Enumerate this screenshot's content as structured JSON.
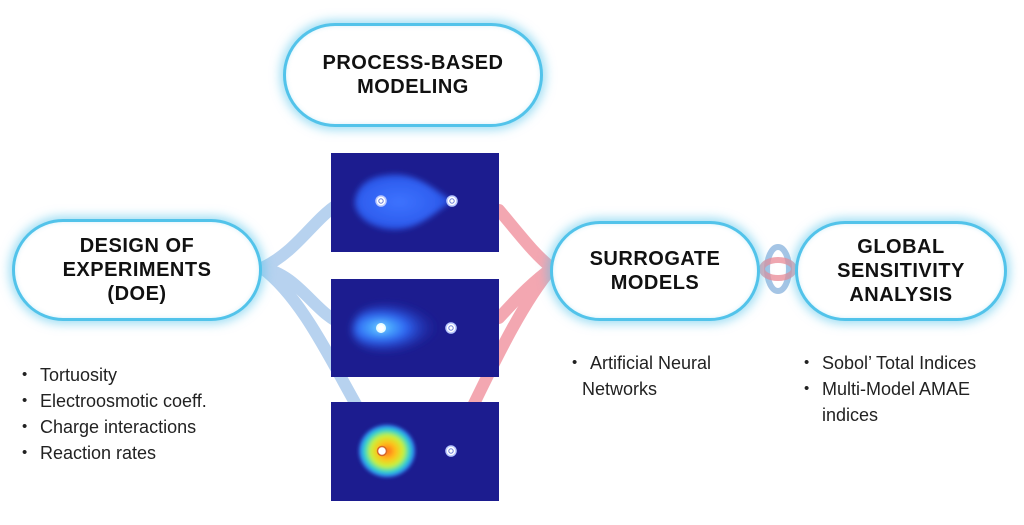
{
  "boxes": {
    "process_modeling": [
      "PROCESS-BASED",
      "MODELING"
    ],
    "doe": [
      "DESIGN OF",
      "EXPERIMENTS",
      "(DOE)"
    ],
    "surrogate": [
      "SURROGATE",
      "MODELS"
    ],
    "gsa": [
      "GLOBAL",
      "SENSITIVITY",
      "ANALYSIS"
    ]
  },
  "lists": {
    "doe": [
      "Tortuosity",
      "Electroosmotic coeff.",
      "Charge interactions",
      "Reaction rates"
    ],
    "surrogate": [
      [
        "Artificial Neural",
        "Networks"
      ]
    ],
    "gsa": [
      [
        "Sobol’ Total Indices"
      ],
      [
        "Multi-Model AMAE",
        "indices"
      ]
    ]
  },
  "colors": {
    "box_border": "#52c3ea",
    "panel_background": "#1c1c8f",
    "doe_connector": "#9fc3ea",
    "surrogate_connector": "#f08a98"
  },
  "panels": [
    "simulation-field-1",
    "simulation-field-2",
    "simulation-field-3"
  ]
}
